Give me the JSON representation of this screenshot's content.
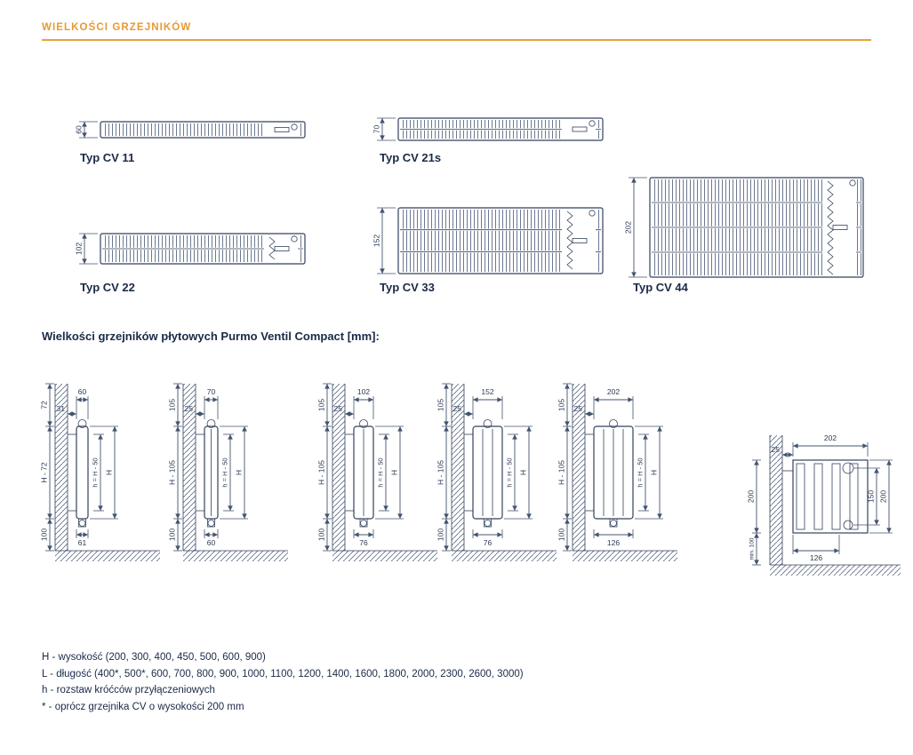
{
  "page": {
    "title": "WIELKOŚCI GRZEJNIKÓW",
    "accent_color": "#E8A23B",
    "text_color": "#1A2A47"
  },
  "types": [
    {
      "label": "Typ CV 11",
      "depth": "60"
    },
    {
      "label": "Typ CV 21s",
      "depth": "70"
    },
    {
      "label": "Typ CV 22",
      "depth": "102"
    },
    {
      "label": "Typ CV 33",
      "depth": "152"
    },
    {
      "label": "Typ CV 44",
      "depth": "202"
    }
  ],
  "section_heading": "Wielkości grzejników płytowych Purmo Ventil Compact [mm]:",
  "side_views": [
    {
      "top_width": "60",
      "wall_gap": "31",
      "top_drop": "72",
      "mid_height": "H - 72",
      "bottom_gap": "100",
      "bottom_width": "61",
      "conn": "h = H - 50",
      "total": "H"
    },
    {
      "top_width": "70",
      "wall_gap": "25",
      "top_drop": "105",
      "mid_height": "H - 105",
      "bottom_gap": "100",
      "bottom_width": "60",
      "conn": "h = H - 50",
      "total": "H"
    },
    {
      "top_width": "102",
      "wall_gap": "25",
      "top_drop": "105",
      "mid_height": "H - 105",
      "bottom_gap": "100",
      "bottom_width": "76",
      "conn": "h = H - 50",
      "total": "H"
    },
    {
      "top_width": "152",
      "wall_gap": "25",
      "top_drop": "105",
      "mid_height": "H - 105",
      "bottom_gap": "100",
      "bottom_width": "76",
      "conn": "h = H - 50",
      "total": "H"
    },
    {
      "top_width": "202",
      "wall_gap": "25",
      "top_drop": "105",
      "mid_height": "H - 105",
      "bottom_gap": "100",
      "bottom_width": "126",
      "conn": "h = H - 50",
      "total": "H"
    }
  ],
  "detail": {
    "top_width": "202",
    "wall_gap": "25",
    "left_height": "200",
    "right_inner": "150",
    "right_outer": "200",
    "min_bottom": "min. 100",
    "bottom_width": "126"
  },
  "footnotes": [
    "H - wysokość (200, 300, 400, 450, 500, 600, 900)",
    "L - długość (400*, 500*, 600, 700, 800, 900, 1000, 1100, 1200, 1400, 1600, 1800, 2000, 2300, 2600, 3000)",
    "h - rozstaw króćców przyłączeniowych",
    "* - oprócz grzejnika CV o wysokości 200 mm"
  ]
}
